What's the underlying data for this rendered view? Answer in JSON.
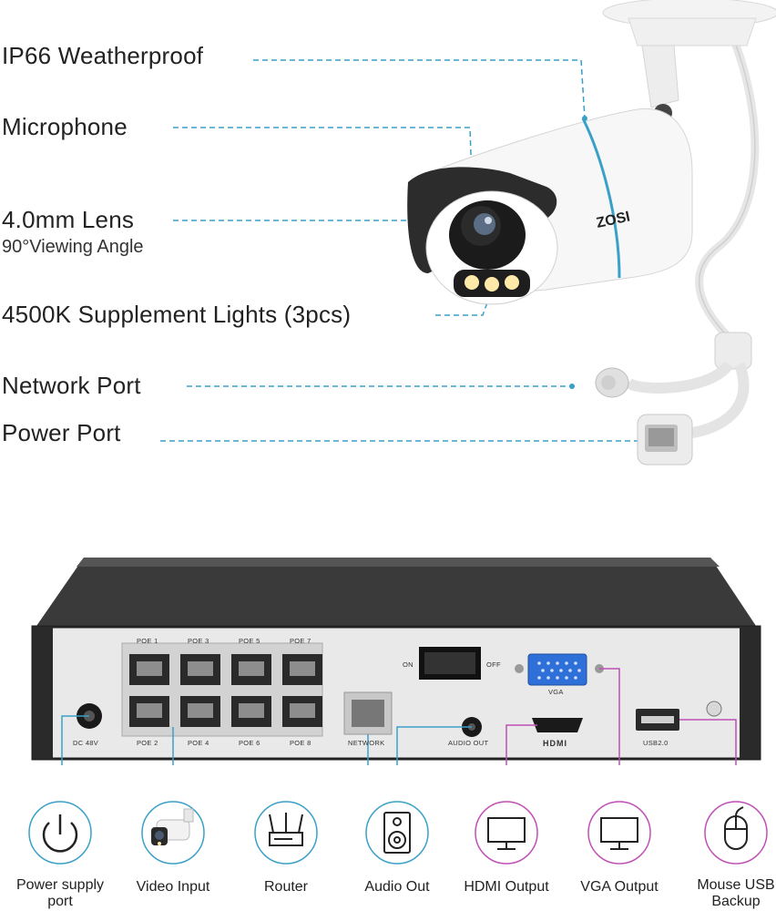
{
  "camera_features": {
    "ip66": "IP66 Weatherproof",
    "microphone": "Microphone",
    "lens": "4.0mm Lens",
    "viewing_angle": "90°Viewing Angle",
    "lights": "4500K Supplement Lights (3pcs)",
    "network_port": "Network Port",
    "power_port": "Power Port"
  },
  "camera_brand": "ZOSI",
  "nvr_panel": {
    "poe_top": [
      "POE 1",
      "POE 3",
      "POE 5",
      "POE 7"
    ],
    "poe_bottom": [
      "POE 2",
      "POE 4",
      "POE 6",
      "POE 8"
    ],
    "dc": "DC 48V",
    "network": "NETWORK",
    "audio_out": "AUDIO OUT",
    "switch_on": "ON",
    "switch_off": "OFF",
    "vga": "VGA",
    "hdmi": "HDMI",
    "usb": "USB2.0"
  },
  "connections": [
    {
      "label": "Power supply\nport",
      "icon": "power-icon",
      "color": "#3aa0c8"
    },
    {
      "label": "Video Input",
      "icon": "camera-icon",
      "color": "#3aa0c8"
    },
    {
      "label": "Router",
      "icon": "router-icon",
      "color": "#3aa0c8"
    },
    {
      "label": "Audio Out",
      "icon": "speaker-icon",
      "color": "#3aa0c8"
    },
    {
      "label": "HDMI Output",
      "icon": "monitor-icon",
      "color": "#c04fb5"
    },
    {
      "label": "VGA Output",
      "icon": "monitor-icon",
      "color": "#c04fb5"
    },
    {
      "label": "Mouse USB\nBackup",
      "icon": "mouse-icon",
      "color": "#c04fb5"
    }
  ],
  "colors": {
    "blue_line": "#3aa0c8",
    "magenta_line": "#c04fb5"
  }
}
